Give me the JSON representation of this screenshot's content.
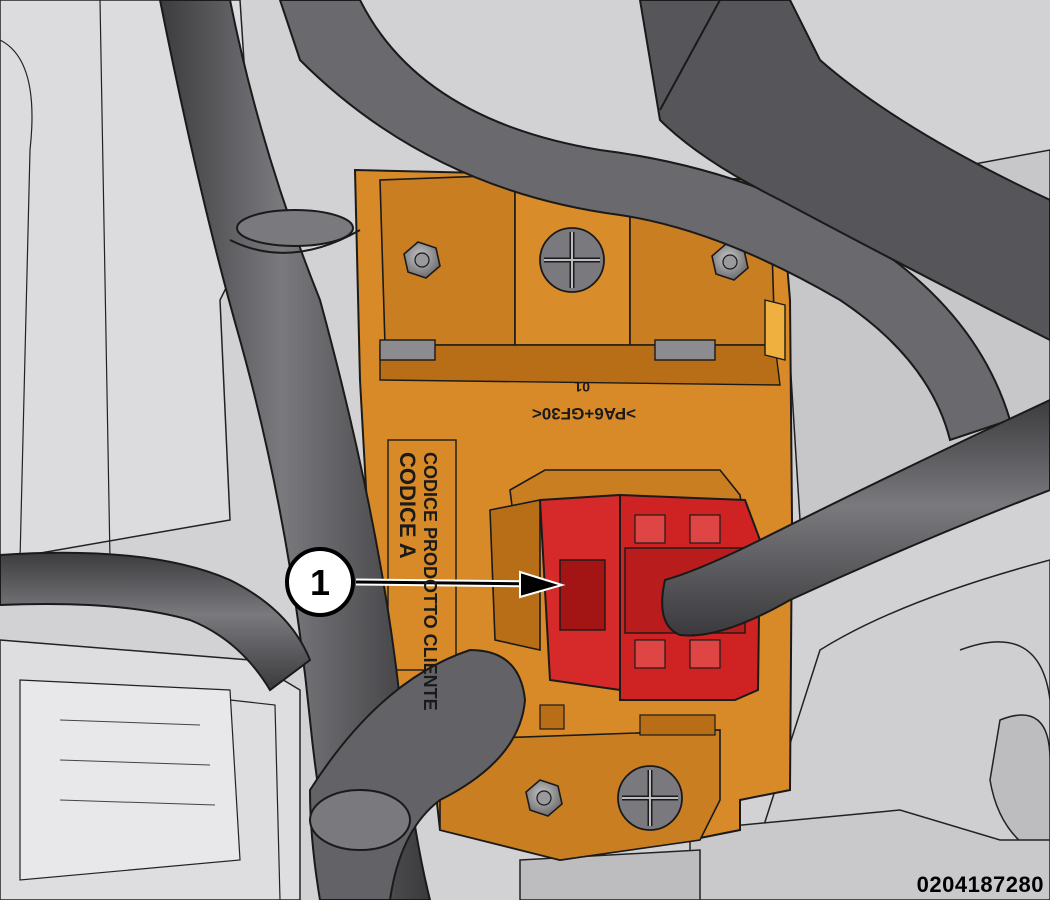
{
  "diagram": {
    "callout": {
      "number": "1"
    },
    "module_label": {
      "part_code": ">PA6+GF30<",
      "revision": "01",
      "line1": "CODICE PRODOTTO CLIENTE",
      "line2": "CODICE A"
    },
    "image_number": "0204187280",
    "colors": {
      "bracket": "#d88a28",
      "bracket_dark": "#b86e17",
      "connector": "#d62a2a",
      "hose": "#5f5f63",
      "background": "#d2d2d4"
    }
  }
}
